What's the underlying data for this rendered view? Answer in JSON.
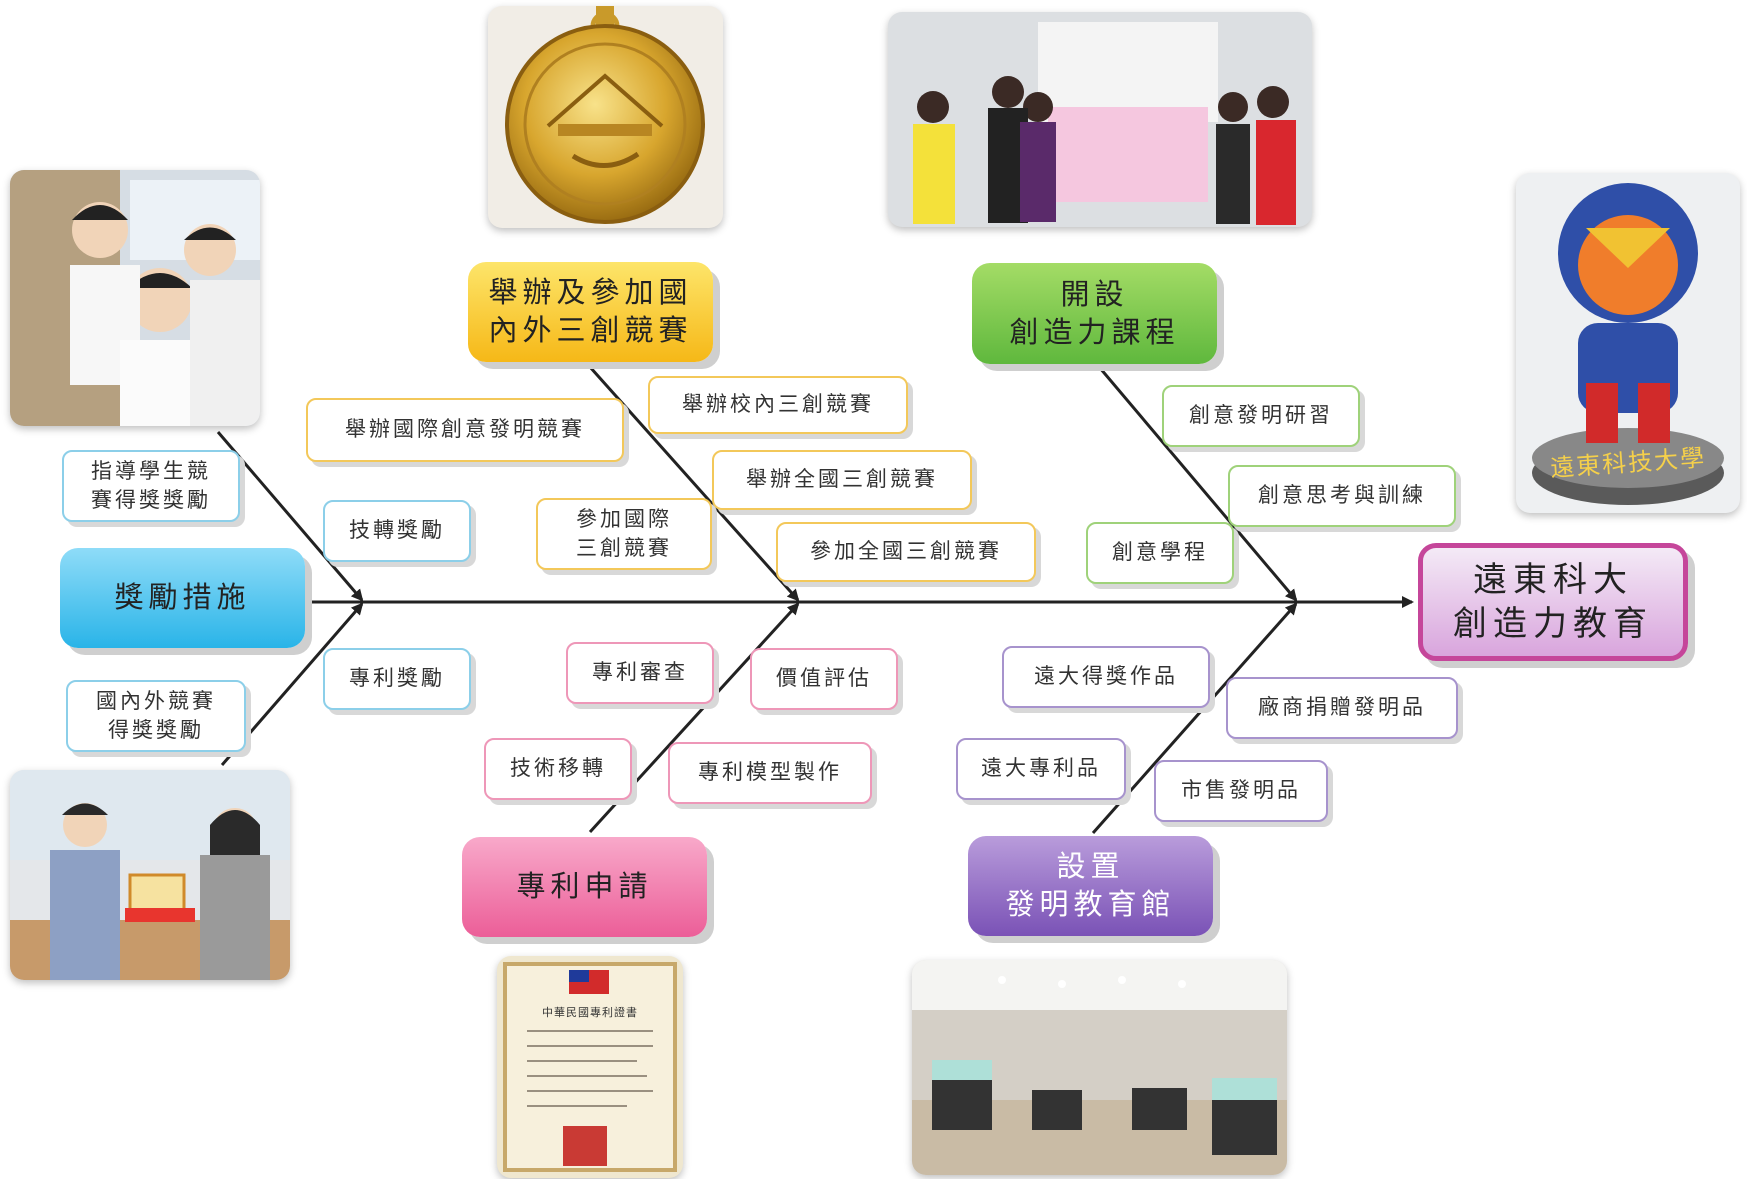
{
  "head": {
    "line1": "遠東科大",
    "line2": "創造力教育"
  },
  "categories": {
    "competitions": {
      "line1": "舉辦及參加國",
      "line2": "內外三創競賽"
    },
    "courses": {
      "line1": "開設",
      "line2": "創造力課程"
    },
    "rewards": {
      "line1": "獎勵措施"
    },
    "patents": {
      "line1": "專利申請"
    },
    "museum": {
      "line1": "設置",
      "line2": "發明教育館"
    }
  },
  "leaves": {
    "intl_invention_contest": "舉辦國際創意發明競賽",
    "campus_contest": "舉辦校內三創競賽",
    "national_contest_host": "舉辦全國三創競賽",
    "national_contest_join": "參加全國三創競賽",
    "intl_contest_join": {
      "line1": "參加國際",
      "line2": "三創競賽"
    },
    "invention_workshop": "創意發明研習",
    "creative_thinking": "創意思考與訓練",
    "creative_program": "創意學程",
    "student_award": {
      "line1": "指導學生競",
      "line2": "賽得獎獎勵"
    },
    "tech_transfer_award": "技轉獎勵",
    "patent_award": "專利獎勵",
    "contest_award": {
      "line1": "國內外競賽",
      "line2": "得獎獎勵"
    },
    "patent_review": "專利審查",
    "value_assessment": "價值評估",
    "tech_transfer": "技術移轉",
    "patent_model": "專利模型製作",
    "award_works": "遠大得獎作品",
    "donated_inventions": "廠商捐贈發明品",
    "patent_products": "遠大專利品",
    "market_inventions": "市售發明品"
  },
  "mascot_text": "遠東科技大學",
  "certificate_text": "中華民國專利證書",
  "colors": {
    "yellow": "#f6b817",
    "green": "#5fb83d",
    "blue": "#29b4e8",
    "pink": "#ec5e98",
    "purple": "#7a52b6",
    "head_border": "#c5469a"
  },
  "icons": [
    "medal-photo",
    "students-photo",
    "presentation-photo",
    "mascot-photo",
    "award-ceremony-photo",
    "patent-certificate-photo",
    "exhibition-hall-photo"
  ]
}
